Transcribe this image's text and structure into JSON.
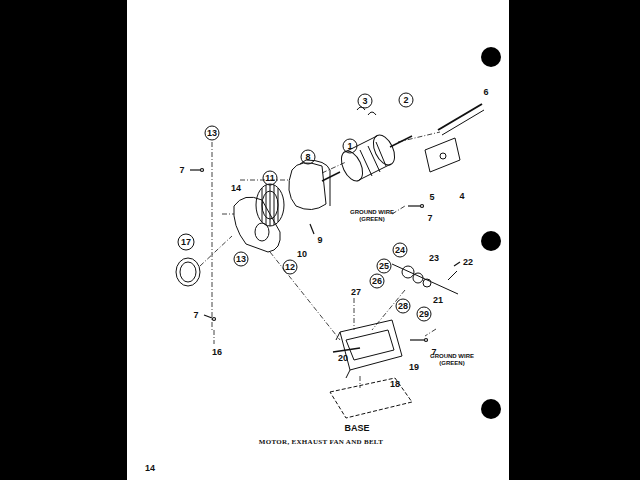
{
  "diagram": {
    "title": "MOTOR, EXHAUST FAN AND BELT",
    "labels": [
      "13",
      "7",
      "3",
      "2",
      "6",
      "1",
      "8",
      "11",
      "14",
      "5",
      "4",
      "GROUND WIRE (GREEN)",
      "7",
      "9",
      "10",
      "13",
      "12",
      "17",
      "24",
      "22",
      "23",
      "25",
      "26",
      "21",
      "27",
      "28",
      "29",
      "7",
      "7",
      "GROUND WIRE (GREEN)",
      "16",
      "20",
      "18",
      "19",
      "BASE",
      "14"
    ]
  }
}
